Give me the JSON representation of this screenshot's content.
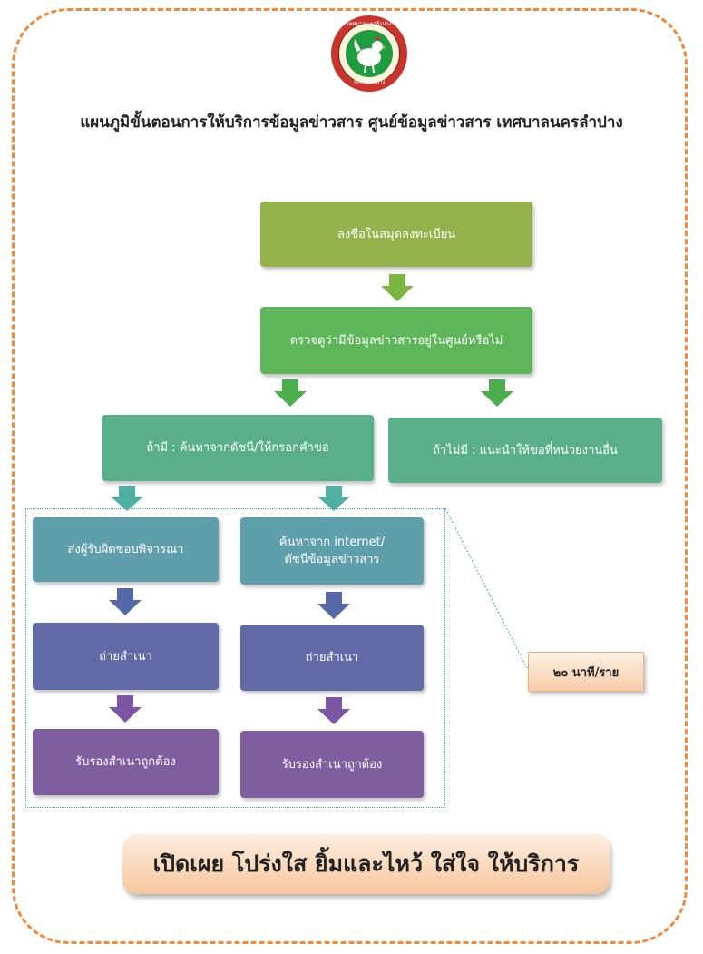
{
  "seal": {
    "top_text": "เทศบาลนครลำปาง",
    "bottom_text": "จังหวัดลำปาง"
  },
  "title": "แผนภูมิขั้นตอนการให้บริการข้อมูลข่าวสาร ศูนย์ข้อมูลข่าวสาร เทศบาลนครลำปาง",
  "steps": {
    "register": "ลงชื่อในสมุดลงทะเบียน",
    "check": "ตรวจดูว่ามีข้อมูลข่าวสารอยู่ในศูนย์หรือไม่",
    "if_found": "ถ้ามี : ค้นหาจากดัชนี/ให้กรอกคำขอ",
    "if_not_found": "ถ้าไม่มี : แนะนำให้ขอที่หน่วยงานอื่น",
    "send_to_officer": "ส่งผู้รับผิดชอบพิจารณา",
    "search_internet_line1": "ค้นหาจาก internet/",
    "search_internet_line2": "ดัชนีข้อมูลข่าวสาร",
    "copy_left": "ถ่ายสำเนา",
    "copy_right": "ถ่ายสำเนา",
    "certify_left": "รับรองสำเนาถูกต้อง",
    "certify_right": "รับรองสำเนาถูกต้อง"
  },
  "time_note": "๒๐ นาที/ราย",
  "slogan": "เปิดเผย โปร่งใส ยิ้มและไหว้ ใส่ใจ ให้บริการ",
  "colors": {
    "frame": "#ee8a3a",
    "step_light_green": "#94b24b",
    "step_green": "#5fb65a",
    "step_teal_green": "#58af8a",
    "step_teal": "#5f9fac",
    "step_indigo": "#5f6aa6",
    "step_purple": "#7e5e9f"
  }
}
